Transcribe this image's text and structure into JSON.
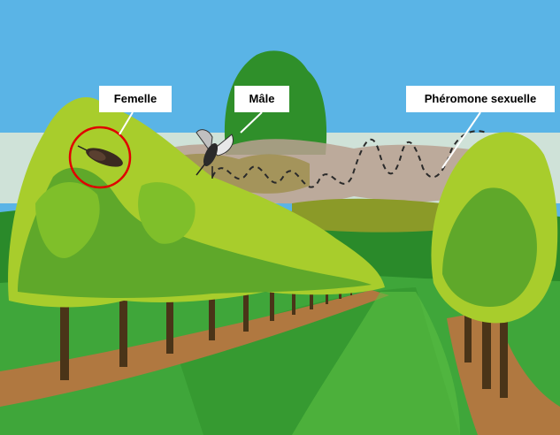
{
  "labels": {
    "female": "Femelle",
    "male": "Mâle",
    "pheromone": "Phéromone sexuelle"
  },
  "colors": {
    "sky": "#5ab4e6",
    "foliage_light": "#a8cd2c",
    "foliage_dark": "#2f8f2a",
    "trunk": "#4a3418",
    "path": "#b07840",
    "grass": "#3fa63a",
    "pheromone_cloud": "#b8a090",
    "highlight_circle": "#e00000"
  },
  "icons": [
    "moth-female-icon",
    "moth-male-icon",
    "pheromone-trail-icon"
  ]
}
